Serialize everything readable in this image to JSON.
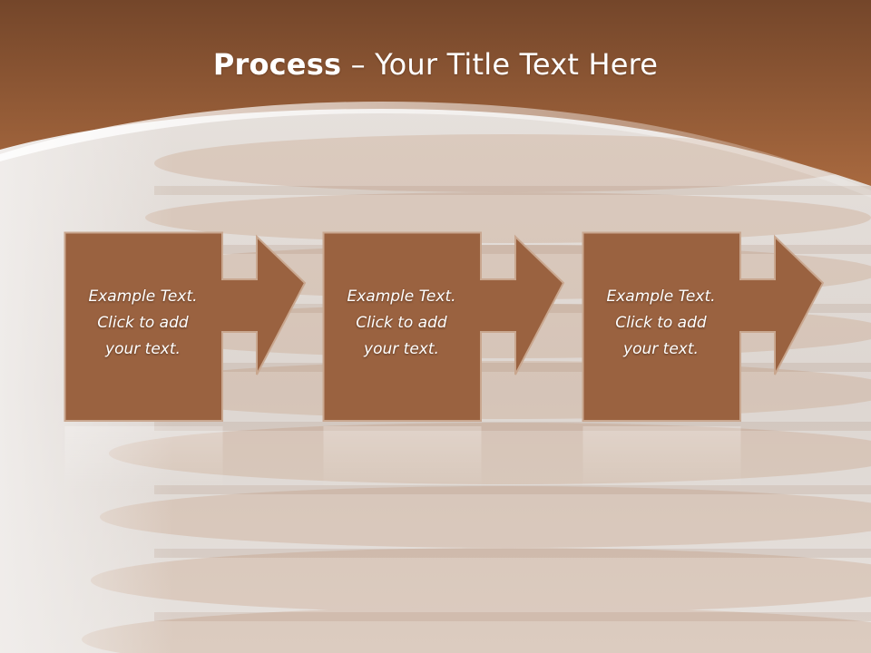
{
  "slide": {
    "title_bold": "Process",
    "title_rest": " – Your Title Text Here",
    "steps": [
      {
        "text": "Example Text.\nClick  to add\nyour text."
      },
      {
        "text": "Example Text.\nClick  to add\nyour text."
      },
      {
        "text": "Example Text.\nClick  to add\nyour text."
      }
    ]
  },
  "colors": {
    "banner_top": "#7a4a2c",
    "banner_bottom": "#a8693f",
    "step_fill": "#9a6240",
    "step_stroke": "#c9a78f"
  }
}
